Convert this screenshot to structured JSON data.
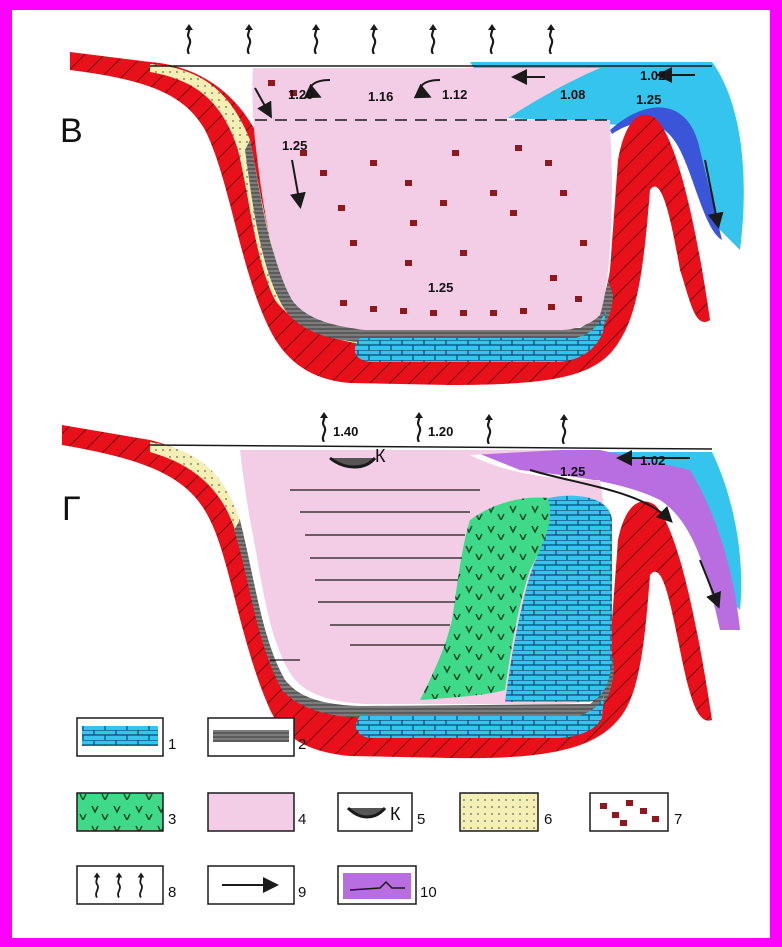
{
  "sections": {
    "top": {
      "label": "В",
      "values": [
        "1.20",
        "1.16",
        "1.12",
        "1.08",
        "1.02",
        "1.25",
        "1.25",
        "1.25"
      ]
    },
    "bottom": {
      "label": "Г",
      "values": [
        "1.40",
        "1.20",
        "1.02",
        "1.25"
      ],
      "k_label": "К"
    }
  },
  "legend": [
    {
      "num": "1",
      "icon": "limestone-swatch"
    },
    {
      "num": "2",
      "icon": "dark-shale-swatch"
    },
    {
      "num": "3",
      "icon": "green-v-swatch"
    },
    {
      "num": "4",
      "icon": "pink-swatch"
    },
    {
      "num": "5",
      "icon": "lens-k-swatch",
      "text": "К"
    },
    {
      "num": "6",
      "icon": "dotted-sand-swatch"
    },
    {
      "num": "7",
      "icon": "red-fragments-swatch"
    },
    {
      "num": "8",
      "icon": "vapor-arrows-swatch"
    },
    {
      "num": "9",
      "icon": "arrow-swatch"
    },
    {
      "num": "10",
      "icon": "purple-swatch"
    }
  ],
  "colors": {
    "frame": "#ff00ff",
    "basement": "#e8101a",
    "pink": "#f3cde6",
    "cyan": "#35c4ee",
    "darkBlue": "#3a55d8",
    "green": "#3fd98a",
    "sand": "#f4efb4",
    "purple": "#b86ee0"
  }
}
